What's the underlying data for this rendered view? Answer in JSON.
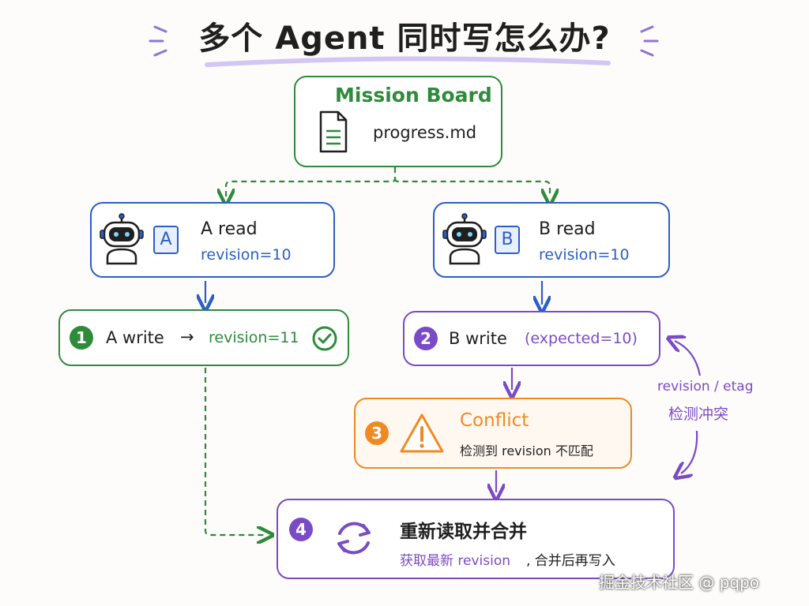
{
  "title": "多个 Agent 同时写怎么办?",
  "colors": {
    "green": "#2e8b3a",
    "blue": "#2a5fc9",
    "purple": "#7a4bc7",
    "orange": "#ef8a22",
    "ink": "#1f1f1f",
    "highlight": "#c9b8f2"
  },
  "mission_board": {
    "title": "Mission Board",
    "file_icon": "document-icon",
    "file": "progress.md"
  },
  "agent_a": {
    "icon": "robot-icon",
    "badge": "A",
    "action": "A read",
    "revision": "revision=10"
  },
  "agent_b": {
    "icon": "robot-icon",
    "badge": "B",
    "action": "B read",
    "revision": "revision=10"
  },
  "step1": {
    "number": "1",
    "action": "A write",
    "arrow": "→",
    "revision": "revision=11",
    "icon": "check-circle-icon"
  },
  "step2": {
    "number": "2",
    "action": "B write",
    "expected": "(expected=10)"
  },
  "step3": {
    "number": "3",
    "icon": "warning-icon",
    "title": "Conflict",
    "detail": "检测到 revision 不匹配"
  },
  "step4": {
    "number": "4",
    "icon": "refresh-icon",
    "title": "重新读取并合并",
    "detail_highlight": "获取最新 revision",
    "detail_rest": ", 合并后再写入"
  },
  "side_note": {
    "line1": "revision / etag",
    "line2": "检测冲突"
  },
  "watermark": "掘金技术社区 @ pqpo"
}
